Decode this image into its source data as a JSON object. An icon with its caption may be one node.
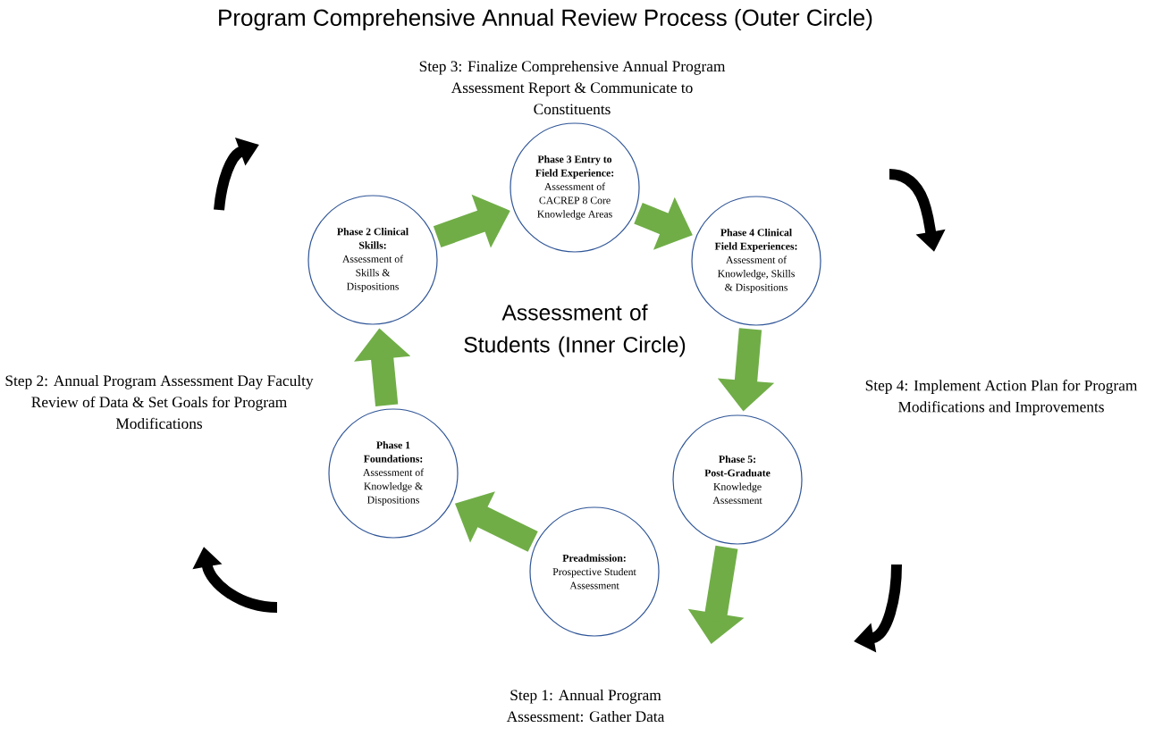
{
  "diagram": {
    "title": "Program Comprehensive Annual Review Process (Outer Circle)",
    "nodes": [
      {
        "text": [
          "Step 3: Finalize Comprehensive Annual Program Assessment Report & Communicate to Constituents"
        ]
      },
      {
        "text": [
          "Phase 3 Entry to Field Experience:",
          "Assessment of CACREP 8 Core Knowledge Areas"
        ]
      },
      {
        "text": [
          "Phase 2 Clinical Skills:",
          "Assessment of Skills & Dispositions"
        ]
      },
      {
        "text": [
          "Phase 4 Clinical Field Experiences:",
          "Assessment of Knowledge, Skills & Dispositions"
        ]
      },
      {
        "text": [
          "Step 2: Annual Program Assessment Day Faculty Review of Data & Set Goals for Program Modifications"
        ]
      },
      {
        "text": [
          "Step 4: Implement Action Plan for Program Modifications and Improvements"
        ]
      },
      {
        "text": [
          "Phase 1 Foundations:",
          "Assessment of Knowledge & Dispositions"
        ]
      },
      {
        "text": [
          "Phase 5: Post-Graduate",
          "Knowledge Assessment"
        ]
      },
      {
        "text": [
          "Preadmission:",
          "Prospective Student Assessment"
        ]
      },
      {
        "text": [
          "Step 1: Annual Program Assessment: Gather Data"
        ]
      }
    ],
    "edges": [
      {
        "from": 8,
        "to": 6,
        "arrow": "to"
      },
      {
        "from": 6,
        "to": 2,
        "arrow": "to"
      },
      {
        "from": 2,
        "to": 1,
        "arrow": "to"
      },
      {
        "from": 1,
        "to": 3,
        "arrow": "to"
      },
      {
        "from": 3,
        "to": 7,
        "arrow": "to"
      },
      {
        "from": 7,
        "to": null,
        "arrow": "to"
      }
    ],
    "labels": [
      "Assessment of Students (Inner Circle)"
    ]
  }
}
